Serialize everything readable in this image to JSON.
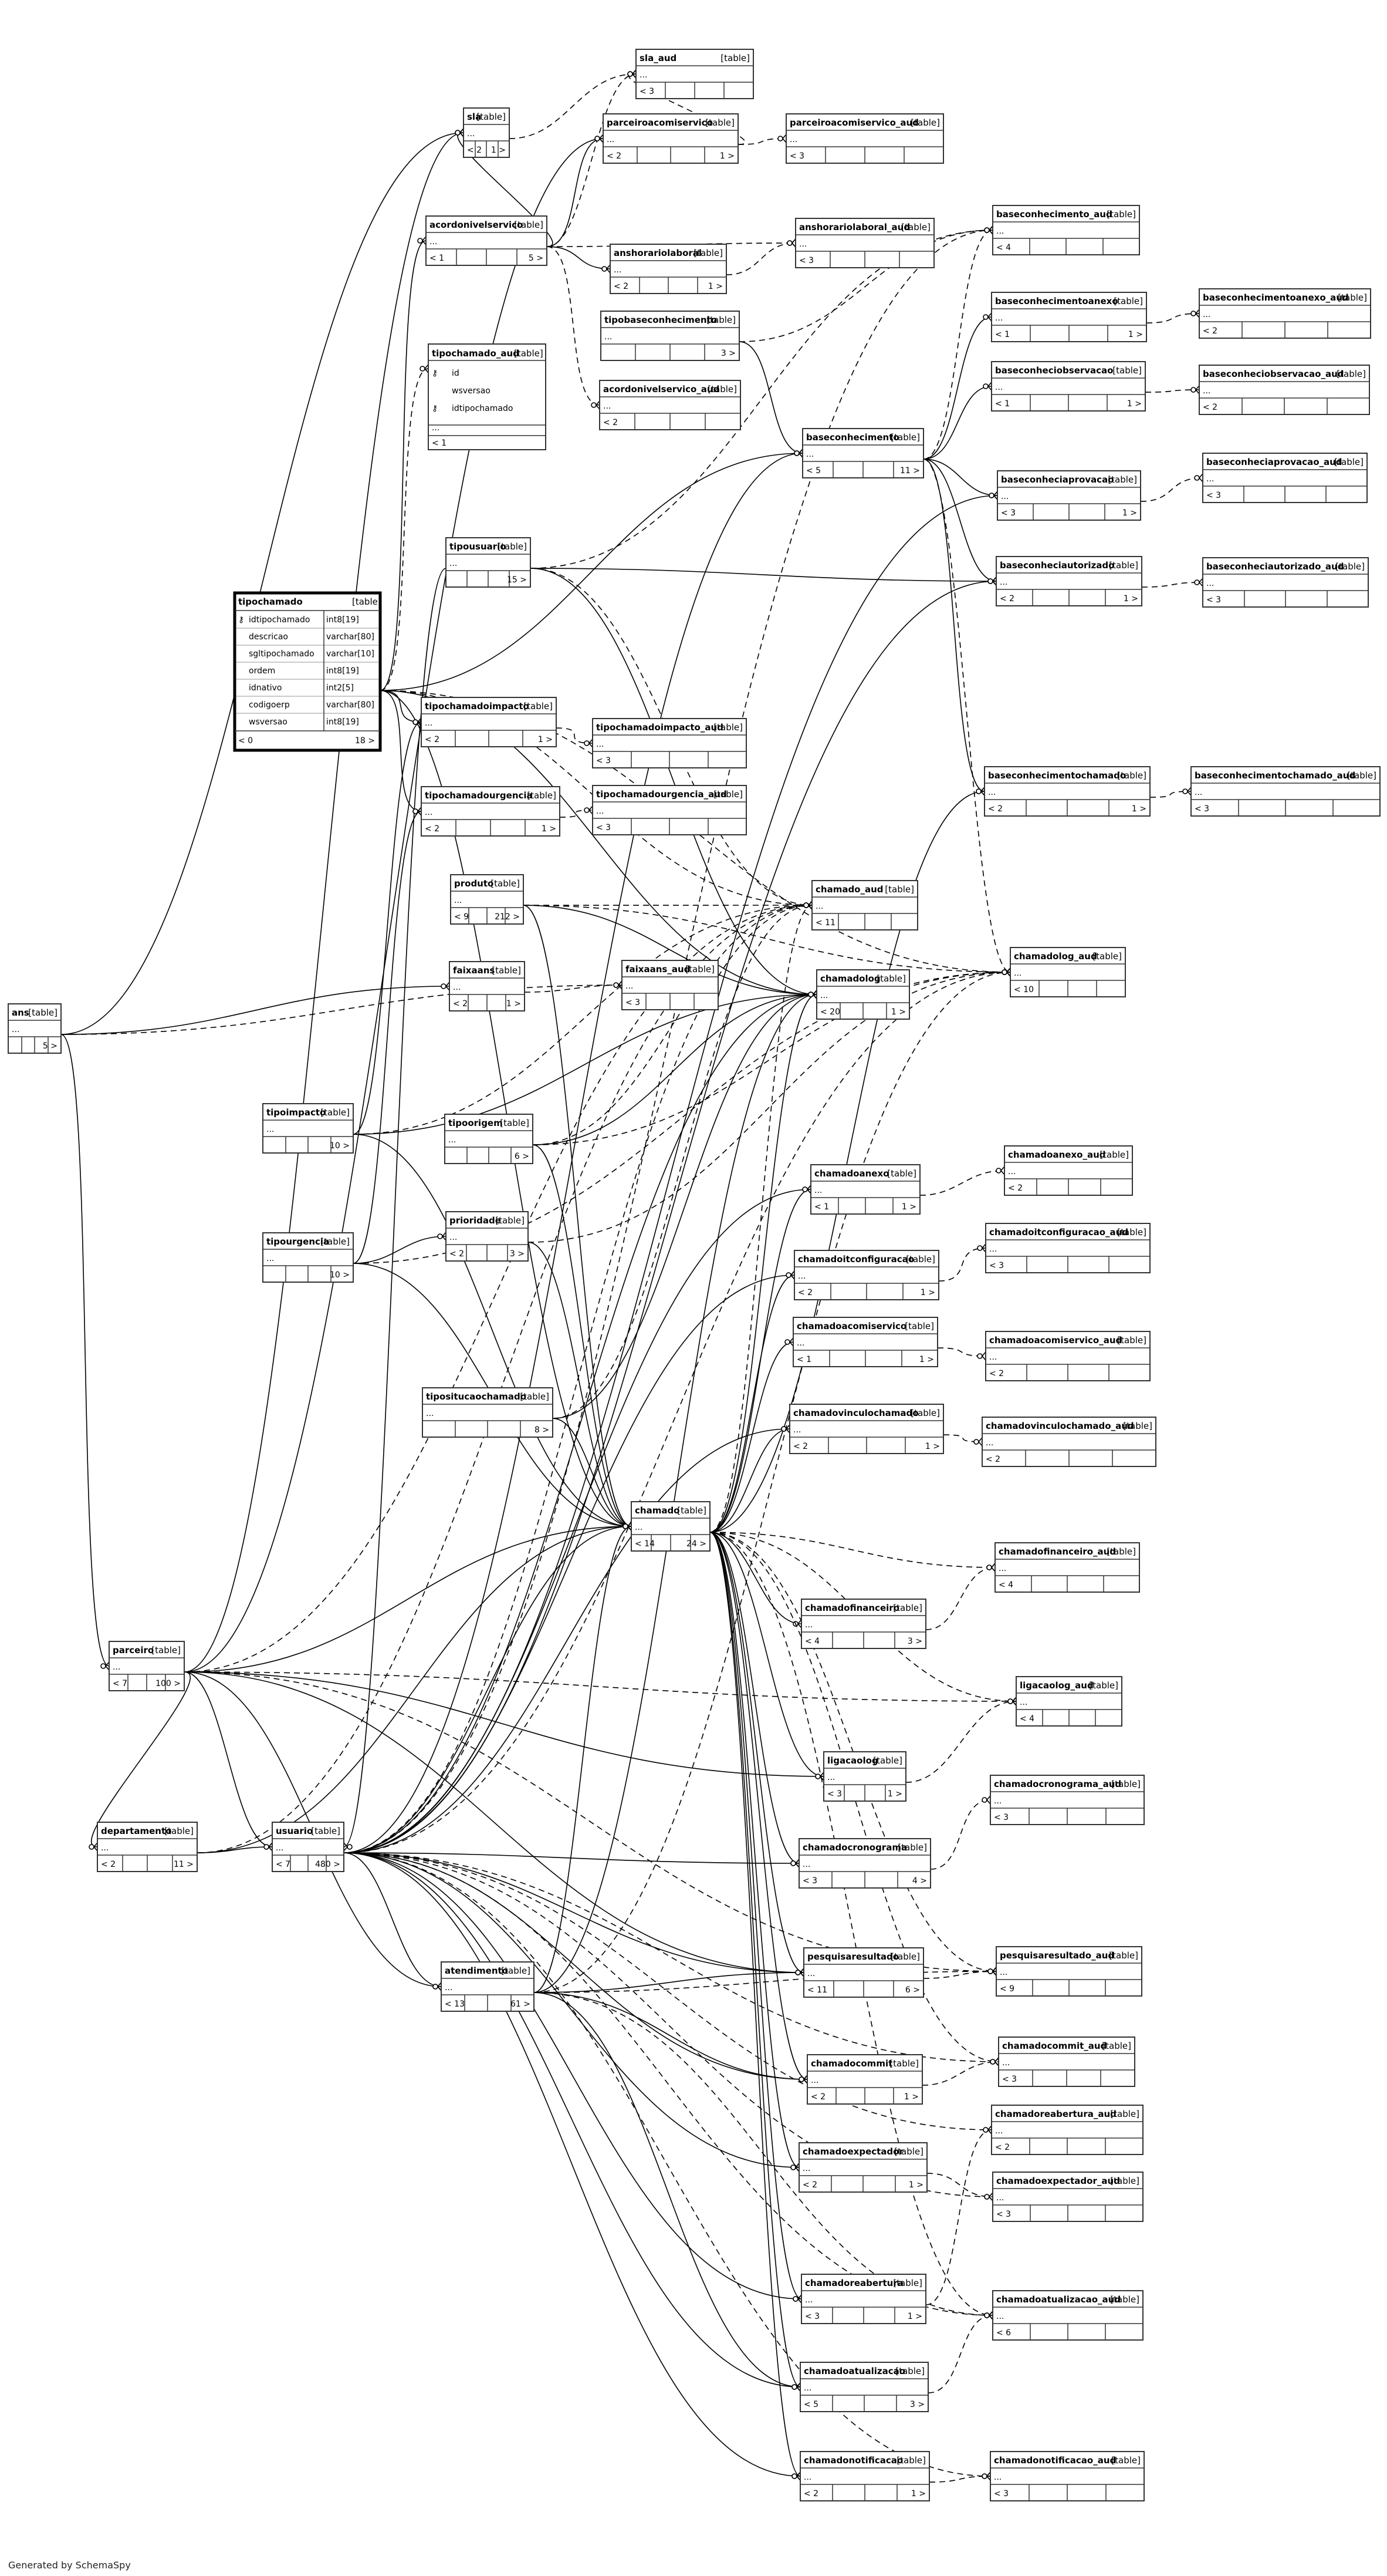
{
  "footer": "Generated by SchemaSpy",
  "type_label": "[table]",
  "ellipsis": "...",
  "main_table": {
    "name": "tipochamado",
    "columns": [
      {
        "name": "idtipochamado",
        "type": "int8[19]",
        "key": true
      },
      {
        "name": "descricao",
        "type": "varchar[80]"
      },
      {
        "name": "sgltipochamado",
        "type": "varchar[10]"
      },
      {
        "name": "ordem",
        "type": "int8[19]"
      },
      {
        "name": "idnativo",
        "type": "int2[5]"
      },
      {
        "name": "codigoerp",
        "type": "varchar[80]"
      },
      {
        "name": "wsversao",
        "type": "int8[19]"
      }
    ],
    "parents": "< 0",
    "children": "18 >"
  },
  "aud_table": {
    "name": "tipochamado_aud",
    "columns": [
      {
        "name": "id",
        "key": true
      },
      {
        "name": "wsversao"
      },
      {
        "name": "idtipochamado",
        "key": true
      }
    ],
    "parents": "< 1"
  },
  "tables": [
    {
      "id": "sla_aud",
      "name": "sla_aud",
      "parents": "< 3",
      "children": ""
    },
    {
      "id": "sla",
      "name": "sla",
      "parents": "< 2",
      "children": "1 >"
    },
    {
      "id": "parceiroacorniservico",
      "name": "parceiroacomiservico",
      "parents": "< 2",
      "children": "1 >"
    },
    {
      "id": "parceiroacorniservico_aud",
      "name": "parceiroacomiservico_aud",
      "parents": "< 3",
      "children": ""
    },
    {
      "id": "acordonivelservico",
      "name": "acordonivelservico",
      "parents": "< 1",
      "children": "5 >"
    },
    {
      "id": "anshorariolaboral_aud",
      "name": "anshorariolaboral_aud",
      "parents": "< 3",
      "children": ""
    },
    {
      "id": "anshorariolaboral",
      "name": "anshorariolaboral",
      "parents": "< 2",
      "children": "1 >"
    },
    {
      "id": "baseconhecimento_aud",
      "name": "baseconhecimento_aud",
      "parents": "< 4",
      "children": ""
    },
    {
      "id": "tipobaseconhecimento",
      "name": "tipobaseconhecimento",
      "parents": "",
      "children": "3 >"
    },
    {
      "id": "baseconhecimentoanexo",
      "name": "baseconhecimentoanexo",
      "parents": "< 1",
      "children": "1 >"
    },
    {
      "id": "baseconhecimentoanexo_aud",
      "name": "baseconhecimentoanexo_aud",
      "parents": "< 2",
      "children": ""
    },
    {
      "id": "acordonivelservico_aud",
      "name": "acordonivelservico_aud",
      "parents": "< 2",
      "children": ""
    },
    {
      "id": "baseconhecobservacao",
      "name": "baseconheciobservacao",
      "parents": "< 1",
      "children": "1 >"
    },
    {
      "id": "baseconhecobservacao_aud",
      "name": "baseconheciobservacao_aud",
      "parents": "< 2",
      "children": ""
    },
    {
      "id": "baseconhecimento",
      "name": "baseconhecimento",
      "parents": "< 5",
      "children": "11 >"
    },
    {
      "id": "baseconhecaprovacao",
      "name": "baseconheciaprovacao",
      "parents": "< 3",
      "children": "1 >"
    },
    {
      "id": "baseconhecaprovacao_aud",
      "name": "baseconheciaprovacao_aud",
      "parents": "< 3",
      "children": ""
    },
    {
      "id": "tipousuario",
      "name": "tipousuario",
      "parents": "",
      "children": "15 >"
    },
    {
      "id": "baseconhecautorizado",
      "name": "baseconheciautorizado",
      "parents": "< 2",
      "children": "1 >"
    },
    {
      "id": "baseconhecautorizado_aud",
      "name": "baseconheciautorizado_aud",
      "parents": "< 3",
      "children": ""
    },
    {
      "id": "tipochamadoimpacto",
      "name": "tipochamadoimpacto",
      "parents": "< 2",
      "children": "1 >"
    },
    {
      "id": "tipochamadoimpacto_aud",
      "name": "tipochamadoimpacto_aud",
      "parents": "< 3",
      "children": ""
    },
    {
      "id": "baseconhecimentochamado",
      "name": "baseconhecimentochamado",
      "parents": "< 2",
      "children": "1 >"
    },
    {
      "id": "baseconhecimentochamado_aud",
      "name": "baseconhecimentochamado_aud",
      "parents": "< 3",
      "children": ""
    },
    {
      "id": "tipochamadourgencia",
      "name": "tipochamadourgencia",
      "parents": "< 2",
      "children": "1 >"
    },
    {
      "id": "tipochamadourgencia_aud",
      "name": "tipochamadourgencia_aud",
      "parents": "< 3",
      "children": ""
    },
    {
      "id": "produto",
      "name": "produto",
      "parents": "< 9",
      "children": "212 >"
    },
    {
      "id": "chamado_aud",
      "name": "chamado_aud",
      "parents": "< 11",
      "children": ""
    },
    {
      "id": "chamadolog_aud",
      "name": "chamadolog_aud",
      "parents": "< 10",
      "children": ""
    },
    {
      "id": "faixaans",
      "name": "faixaans",
      "parents": "< 2",
      "children": "1 >"
    },
    {
      "id": "faixaans_aud",
      "name": "faixaans_aud",
      "parents": "< 3",
      "children": ""
    },
    {
      "id": "chamadolog",
      "name": "chamadolog",
      "parents": "< 20",
      "children": "1 >"
    },
    {
      "id": "ans",
      "name": "ans",
      "parents": "",
      "children": "5 >"
    },
    {
      "id": "tipoimpacto",
      "name": "tipoimpacto",
      "parents": "",
      "children": "10 >"
    },
    {
      "id": "tipoorigem",
      "name": "tipoorigem",
      "parents": "",
      "children": "6 >"
    },
    {
      "id": "chamadoanexo",
      "name": "chamadoanexo",
      "parents": "< 1",
      "children": "1 >"
    },
    {
      "id": "chamadoanexo_aud",
      "name": "chamadoanexo_aud",
      "parents": "< 2",
      "children": ""
    },
    {
      "id": "prioridade",
      "name": "prioridade",
      "parents": "< 2",
      "children": "3 >"
    },
    {
      "id": "tipourgencia",
      "name": "tipourgencia",
      "parents": "",
      "children": "10 >"
    },
    {
      "id": "chamadoitconfiguracao",
      "name": "chamadoitconfiguracao",
      "parents": "< 2",
      "children": "1 >"
    },
    {
      "id": "chamadoitconfiguracao_aud",
      "name": "chamadoitconfiguracao_aud",
      "parents": "< 3",
      "children": ""
    },
    {
      "id": "chamadoacorniservico",
      "name": "chamadoacomiservico",
      "parents": "< 1",
      "children": "1 >"
    },
    {
      "id": "chamadoacorniservico_aud",
      "name": "chamadoacomiservico_aud",
      "parents": "< 2",
      "children": ""
    },
    {
      "id": "tipositucaochamado",
      "name": "tipositucaochamado",
      "parents": "",
      "children": "8 >"
    },
    {
      "id": "chamadovinculochamado",
      "name": "chamadovinculochamado",
      "parents": "< 2",
      "children": "1 >"
    },
    {
      "id": "chamadovinculochamado_aud",
      "name": "chamadovinculochamado_aud",
      "parents": "< 2",
      "children": ""
    },
    {
      "id": "chamado",
      "name": "chamado",
      "parents": "< 14",
      "children": "24 >"
    },
    {
      "id": "chamadofinanceiro_aud",
      "name": "chamadofinanceiro_aud",
      "parents": "< 4",
      "children": ""
    },
    {
      "id": "chamadofinanceiro",
      "name": "chamadofinanceiro",
      "parents": "< 4",
      "children": "3 >"
    },
    {
      "id": "parceiro",
      "name": "parceiro",
      "parents": "< 7",
      "children": "100 >"
    },
    {
      "id": "ligacaolog_aud",
      "name": "ligacaolog_aud",
      "parents": "< 4",
      "children": ""
    },
    {
      "id": "ligacaolog",
      "name": "ligacaolog",
      "parents": "< 3",
      "children": "1 >"
    },
    {
      "id": "chamadocronograma_aud",
      "name": "chamadocronograma_aud",
      "parents": "< 3",
      "children": ""
    },
    {
      "id": "departamento",
      "name": "departamento",
      "parents": "< 2",
      "children": "11 >"
    },
    {
      "id": "usuario",
      "name": "usuario",
      "parents": "< 7",
      "children": "480 >"
    },
    {
      "id": "chamadocronograma",
      "name": "chamadocronograma",
      "parents": "< 3",
      "children": "4 >"
    },
    {
      "id": "pesquisaresultado",
      "name": "pesquisaresultado",
      "parents": "< 11",
      "children": "6 >"
    },
    {
      "id": "pesquisaresultado_aud",
      "name": "pesquisaresultado_aud",
      "parents": "< 9",
      "children": ""
    },
    {
      "id": "atendimento",
      "name": "atendimento",
      "parents": "< 13",
      "children": "61 >"
    },
    {
      "id": "chamadocommit_aud",
      "name": "chamadocommit_aud",
      "parents": "< 3",
      "children": ""
    },
    {
      "id": "chamadocommit",
      "name": "chamadocommit",
      "parents": "< 2",
      "children": "1 >"
    },
    {
      "id": "chamadoreabertura_aud",
      "name": "chamadoreabertura_aud",
      "parents": "< 2",
      "children": ""
    },
    {
      "id": "chamadoexpectador",
      "name": "chamadoexpectador",
      "parents": "< 2",
      "children": "1 >"
    },
    {
      "id": "chamadoexpectador_aud",
      "name": "chamadoexpectador_aud",
      "parents": "< 3",
      "children": ""
    },
    {
      "id": "chamadoreabertura",
      "name": "chamadoreabertura",
      "parents": "< 3",
      "children": "1 >"
    },
    {
      "id": "chamadoatualizacao_aud",
      "name": "chamadoatualizacao_aud",
      "parents": "< 6",
      "children": ""
    },
    {
      "id": "chamadoatualizacao",
      "name": "chamadoatualizacao",
      "parents": "< 5",
      "children": "3 >"
    },
    {
      "id": "chamadonotificacao",
      "name": "chamadonotificacao",
      "parents": "< 2",
      "children": "1 >"
    },
    {
      "id": "chamadonotificacao_aud",
      "name": "chamadonotificacao_aud",
      "parents": "< 3",
      "children": ""
    }
  ]
}
